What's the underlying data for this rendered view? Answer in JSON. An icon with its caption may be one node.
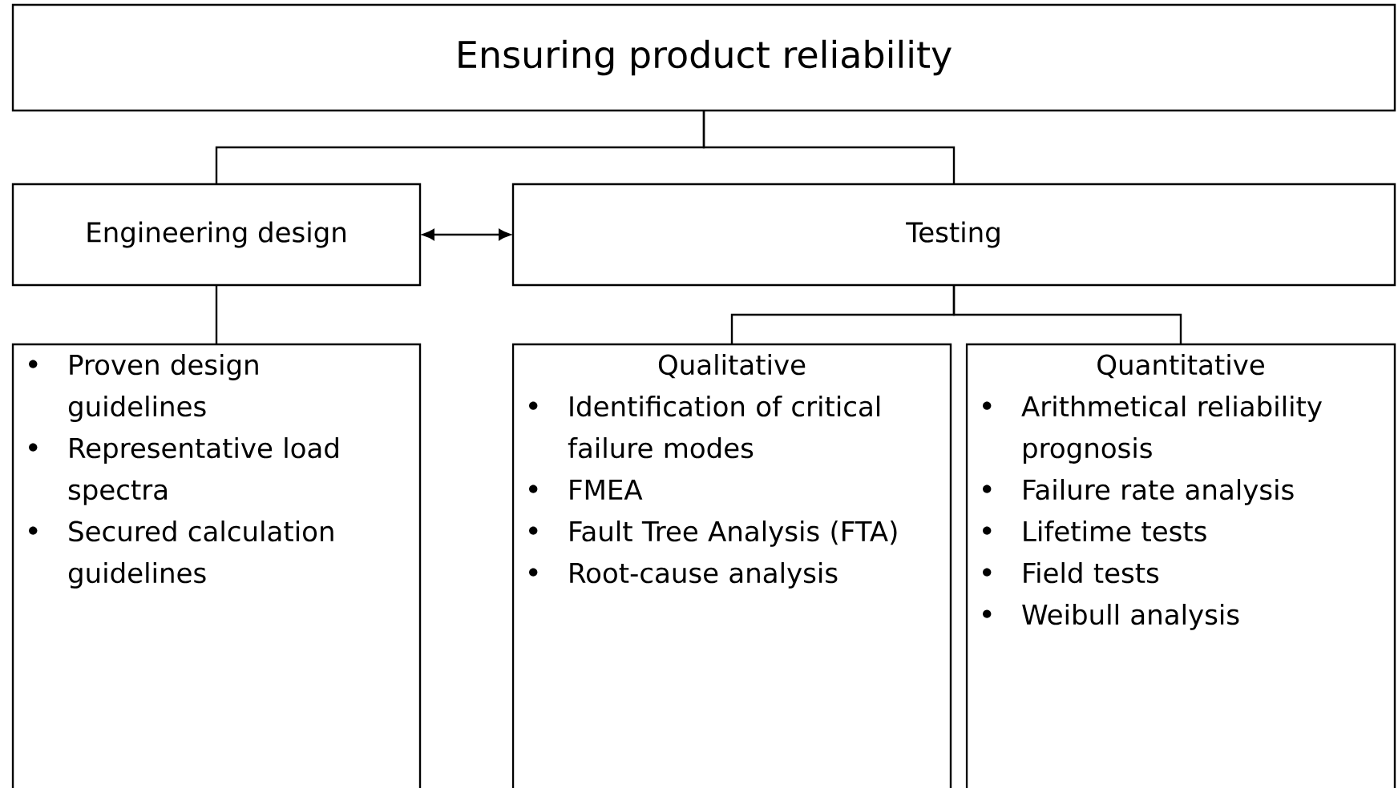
{
  "diagram": {
    "nodes": [
      {
        "text": [
          "Ensuring product reliability"
        ]
      },
      {
        "text": [
          "Engineering design"
        ]
      },
      {
        "text": [
          "Testing"
        ]
      },
      {
        "text": [
          "Proven design guidelines",
          "Representative load spectra",
          "Secured calculation guidelines"
        ]
      },
      {
        "text": [
          "Qualitative",
          "Identification of critical failure modes",
          "FMEA",
          "Fault Tree Analysis (FTA)",
          "Root-cause analysis"
        ]
      },
      {
        "text": [
          "Quantitative",
          "Arithmetical reliability prognosis",
          "Failure rate analysis",
          "Lifetime tests",
          "Field tests",
          "Weibull analysis"
        ]
      }
    ],
    "edges": [
      {
        "from": 0,
        "to": 1,
        "arrow": "none"
      },
      {
        "from": 0,
        "to": 2,
        "arrow": "none"
      },
      {
        "from": 1,
        "to": 2,
        "arrow": "both"
      },
      {
        "from": 1,
        "to": 3,
        "arrow": "none"
      },
      {
        "from": 2,
        "to": 4,
        "arrow": "none"
      },
      {
        "from": 2,
        "to": 5,
        "arrow": "none"
      }
    ]
  }
}
